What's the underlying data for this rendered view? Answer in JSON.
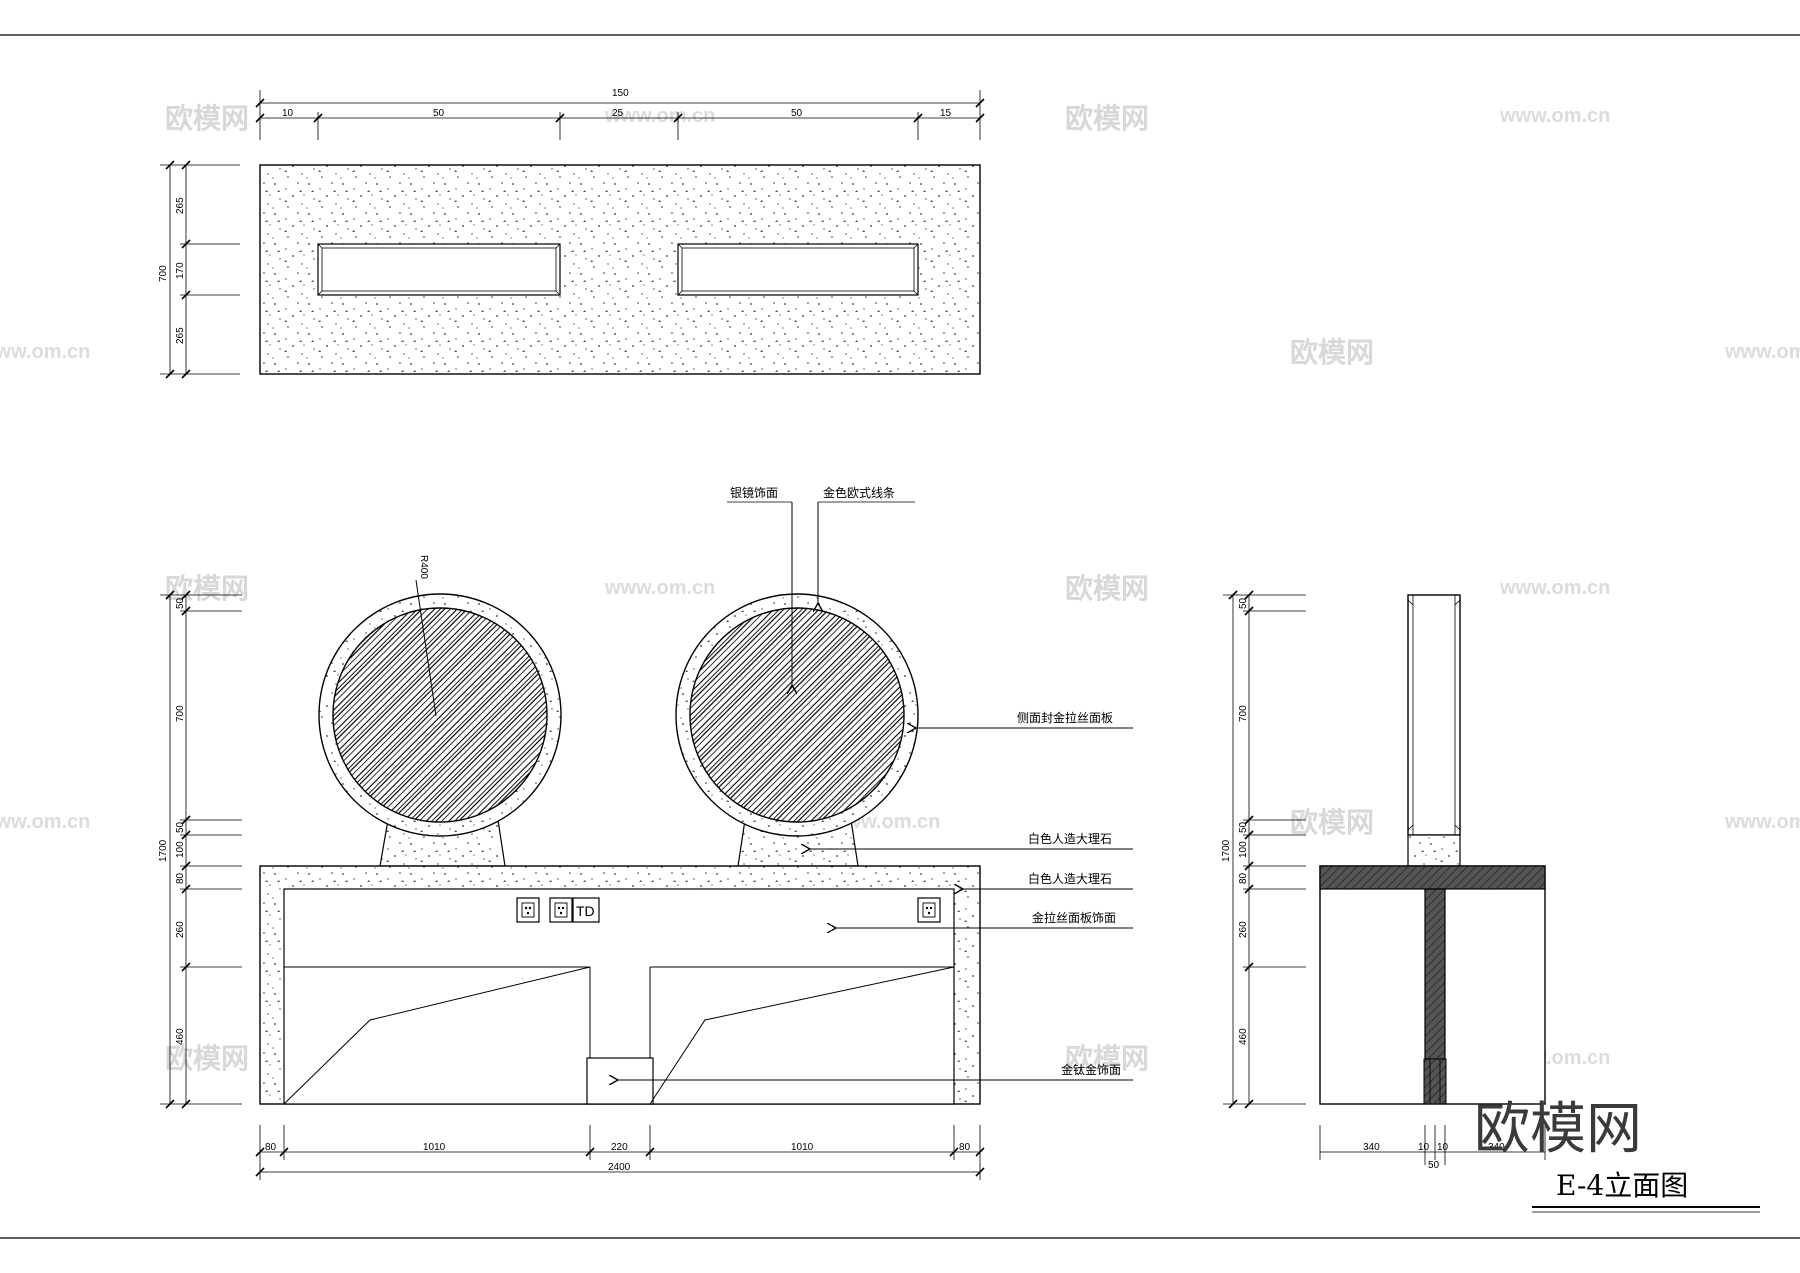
{
  "watermark": {
    "text": "欧模网",
    "url": "www.om.cn"
  },
  "logo": "欧模网",
  "title": "E-4立面图",
  "plan": {
    "total": "150",
    "segments": [
      "10",
      "50",
      "25",
      "50",
      "15"
    ],
    "height": "700",
    "height_parts": [
      "265",
      "170",
      "265"
    ]
  },
  "elevation": {
    "radius_label": "R400",
    "left_dims": [
      "50",
      "700",
      "50",
      "100",
      "80",
      "260",
      "460"
    ],
    "total_height": "1700",
    "bottom_dims": [
      "80",
      "1010",
      "220",
      "1010",
      "80"
    ],
    "total_width": "2400",
    "socket_label": "TD",
    "notes": {
      "silver_mirror": "银镜饰面",
      "gold_molding": "金色欧式线条",
      "side_panel": "侧面封金拉丝面板",
      "white_marble_1": "白色人造大理石",
      "white_marble_2": "白色人造大理石",
      "brushed_gold_panel": "金拉丝面板饰面",
      "titanium_gold": "金钛金饰面"
    }
  },
  "section": {
    "left_dims": [
      "50",
      "700",
      "50",
      "100",
      "80",
      "260",
      "460"
    ],
    "total_height": "1700",
    "bottom_dims": [
      "340",
      "10",
      "10",
      "340"
    ],
    "bottom_total": "50"
  }
}
